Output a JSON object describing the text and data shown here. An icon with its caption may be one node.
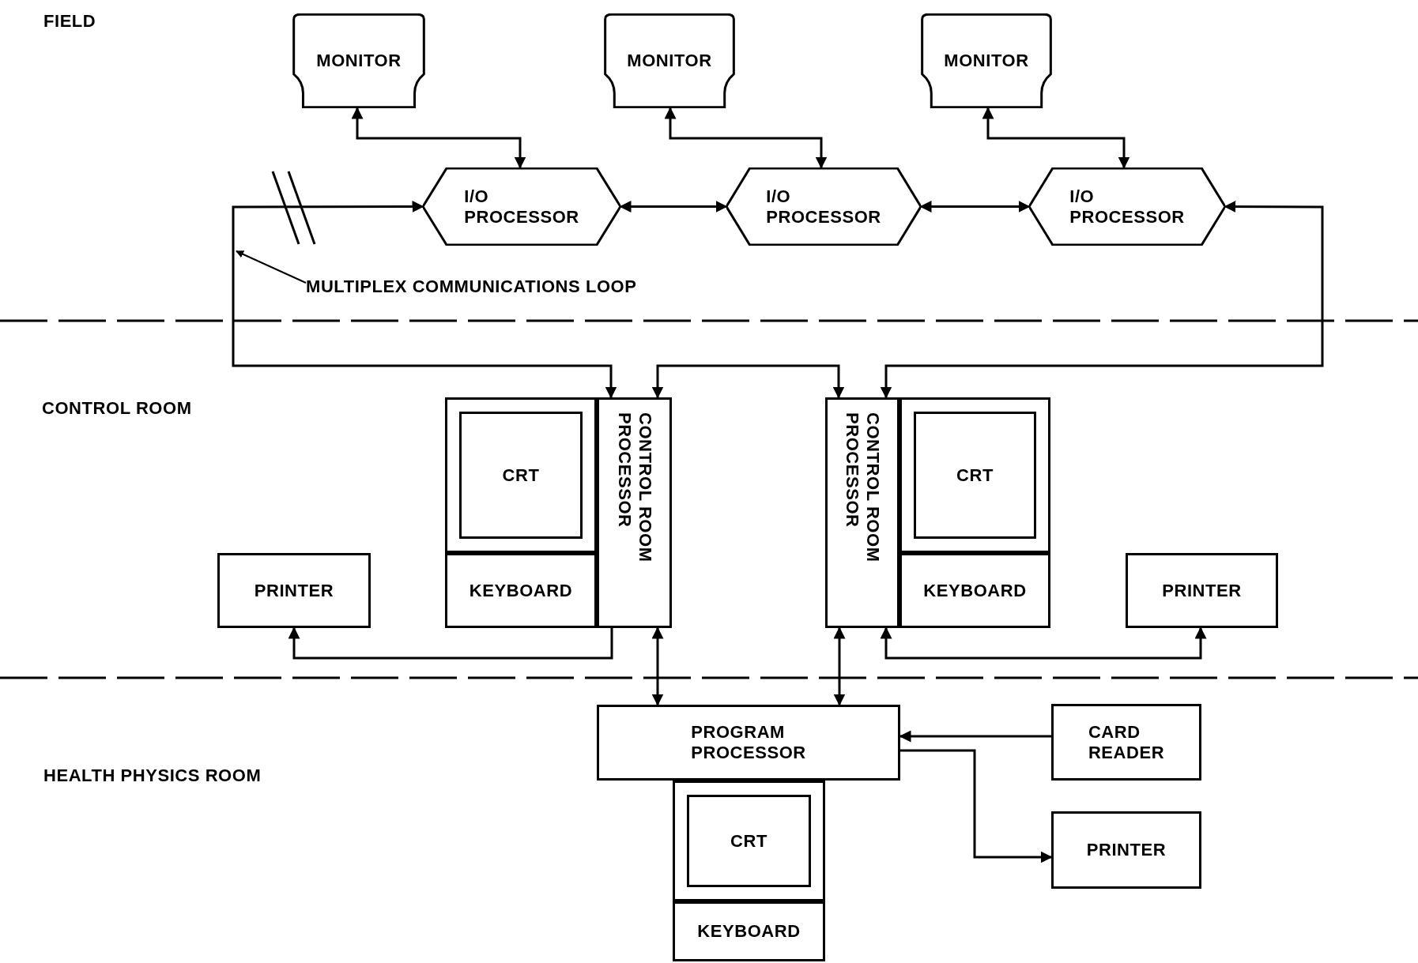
{
  "diagram": {
    "nodes": [
      {
        "text": [
          "MONITOR"
        ]
      },
      {
        "text": [
          "MONITOR"
        ]
      },
      {
        "text": [
          "MONITOR"
        ]
      },
      {
        "text": [
          "I/O PROCESSOR"
        ]
      },
      {
        "text": [
          "I/O PROCESSOR"
        ]
      },
      {
        "text": [
          "I/O PROCESSOR"
        ]
      },
      {
        "text": [
          "MULTIPLEX COMMUNICATIONS LOOP"
        ]
      },
      {
        "text": [
          "CRT"
        ]
      },
      {
        "text": [
          "CONTROL ROOM PROCESSOR"
        ]
      },
      {
        "text": [
          "CONTROL ROOM PROCESSOR"
        ]
      },
      {
        "text": [
          "CRT"
        ]
      },
      {
        "text": [
          "PRINTER"
        ]
      },
      {
        "text": [
          "KEYBOARD"
        ]
      },
      {
        "text": [
          "KEYBOARD"
        ]
      },
      {
        "text": [
          "PRINTER"
        ]
      },
      {
        "text": [
          "PROGRAM PROCESSOR"
        ]
      },
      {
        "text": [
          "CARD READER"
        ]
      },
      {
        "text": [
          "CRT"
        ]
      },
      {
        "text": [
          "PRINTER"
        ]
      },
      {
        "text": [
          "KEYBOARD"
        ]
      }
    ],
    "edges": [
      {
        "from": 0,
        "to": 3,
        "arrow": "both"
      },
      {
        "from": 1,
        "to": 4,
        "arrow": "both"
      },
      {
        "from": 2,
        "to": 5,
        "arrow": "both"
      },
      {
        "from": 8,
        "to": 3,
        "arrow": "both"
      },
      {
        "from": 3,
        "to": 4,
        "arrow": "both"
      },
      {
        "from": 4,
        "to": 5,
        "arrow": "both"
      },
      {
        "from": 5,
        "to": 9,
        "arrow": "both"
      },
      {
        "from": 8,
        "to": 9,
        "arrow": "both"
      },
      {
        "from": 8,
        "to": 11,
        "arrow": "to"
      },
      {
        "from": 9,
        "to": 14,
        "arrow": "both"
      },
      {
        "from": 8,
        "to": 15,
        "arrow": "both"
      },
      {
        "from": 9,
        "to": 15,
        "arrow": "both"
      },
      {
        "from": 16,
        "to": 15,
        "arrow": "to"
      },
      {
        "from": 15,
        "to": 18,
        "arrow": "to"
      },
      {
        "from": 6,
        "to": null,
        "arrow": "to"
      }
    ],
    "labels": [
      "FIELD",
      "CONTROL ROOM",
      "HEALTH PHYSICS ROOM"
    ]
  }
}
